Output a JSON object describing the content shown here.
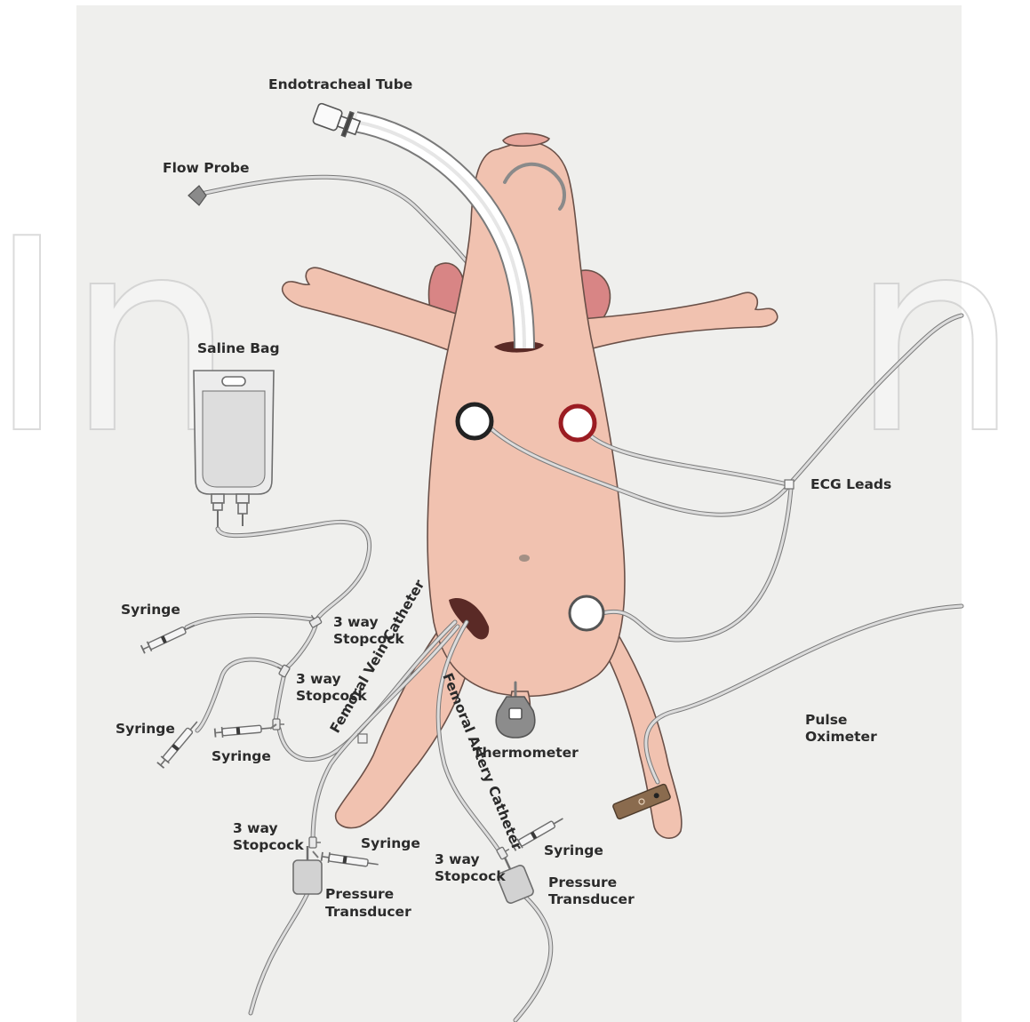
{
  "labels": {
    "endotracheal_tube": "Endotracheal Tube",
    "flow_probe": "Flow Probe",
    "saline_bag": "Saline Bag",
    "ecg_leads": "ECG Leads",
    "syringe_1": "Syringe",
    "stopcock_1_line1": "3 way",
    "stopcock_1_line2": "Stopcock",
    "stopcock_2_line1": "3 way",
    "stopcock_2_line2": "Stopcock",
    "syringe_2": "Syringe",
    "syringe_3": "Syringe",
    "femoral_vein_catheter": "Femoral Vein Catheter",
    "femoral_artery_catheter": "Femoral Artery Catheter",
    "thermometer": "Thermometer",
    "pulse_oximeter_line1": "Pulse",
    "pulse_oximeter_line2": "Oximeter",
    "stopcock_3_line1": "3 way",
    "stopcock_3_line2": "Stopcock",
    "syringe_4": "Syringe",
    "pressure_transducer_1_line1": "Pressure",
    "pressure_transducer_1_line2": "Transducer",
    "stopcock_4_line1": "3 way",
    "stopcock_4_line2": "Stopcock",
    "syringe_5": "Syringe",
    "pressure_transducer_2_line1": "Pressure",
    "pressure_transducer_2_line2": "Transducer"
  },
  "colors": {
    "background": "#efefed",
    "skin": "#f1c2b0",
    "skin_outline": "#6a5048",
    "ear": "#d88585",
    "tubing": "#d8d8d8",
    "tubing_outline": "#7a7a7a",
    "incision": "#5a2a26",
    "ecg_red_ring": "#9b1c22",
    "ecg_black_ring": "#222222",
    "oximeter_clip": "#8a6b4e",
    "label_text": "#2b2b2b"
  },
  "watermark": {
    "left": "In",
    "right": "n"
  }
}
